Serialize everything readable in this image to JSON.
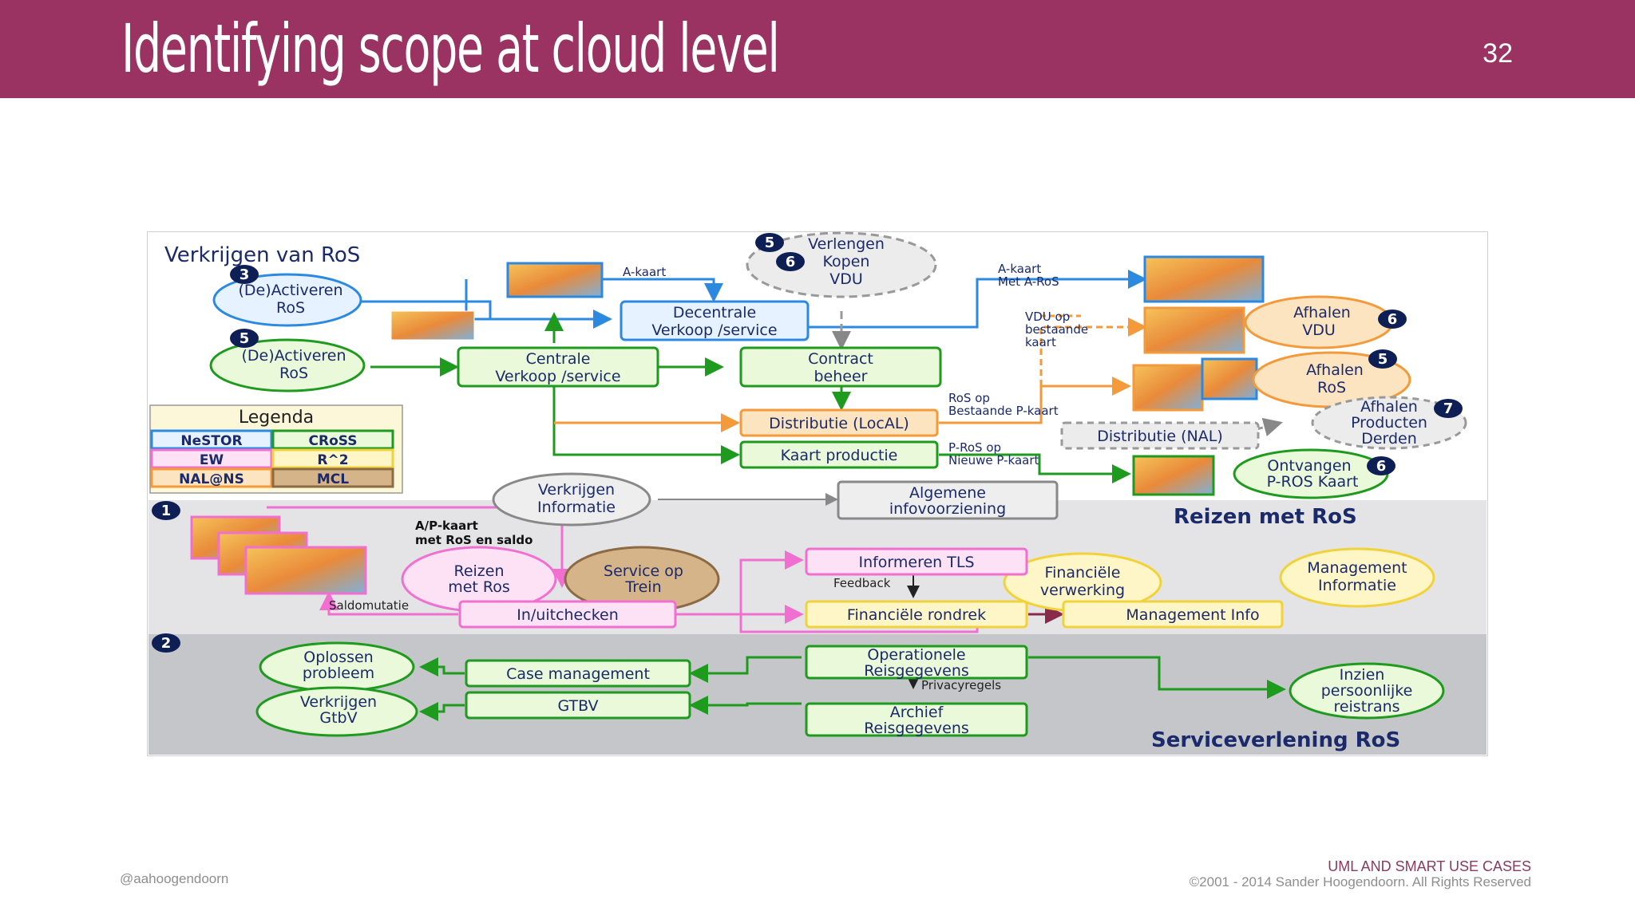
{
  "slide": {
    "title": "Identifying scope at cloud level",
    "page_number": "32",
    "footer_handle": "@aahoogendoorn",
    "footer_course": "UML AND SMART USE CASES",
    "footer_copyright": "©2001 - 2014 Sander Hoogendoorn. All Rights Reserved"
  },
  "colors": {
    "header": "#9a3361",
    "nestor": "#2b8ae0",
    "cross": "#1e9b1e",
    "ew": "#f06fd0",
    "r2": "#f2d23a",
    "nalns": "#f49a3a",
    "mcl": "#8b6a44"
  },
  "diagram": {
    "heading": "Verkrijgen van RoS",
    "legend": {
      "title": "Legenda",
      "items": [
        "NeSTOR",
        "CRoSS",
        "EW",
        "R^2",
        "NAL@NS",
        "MCL"
      ]
    },
    "bands": {
      "reizen": "Reizen met RoS",
      "service": "Serviceverlening RoS"
    },
    "badges": [
      "3",
      "5",
      "5",
      "6",
      "6",
      "5",
      "7",
      "6",
      "1",
      "2"
    ],
    "nodes": {
      "deactiveren1": [
        "(De)Activeren",
        "RoS"
      ],
      "deactiveren2": [
        "(De)Activeren",
        "RoS"
      ],
      "verlengen": [
        "Verlengen",
        "Kopen",
        "VDU"
      ],
      "decentrale": [
        "Decentrale",
        "Verkoop /service"
      ],
      "centrale": [
        "Centrale",
        "Verkoop /service"
      ],
      "contract": [
        "Contract",
        "beheer"
      ],
      "distributie_local": "Distributie (LocAL)",
      "kaart_productie": "Kaart productie",
      "distributie_nal": "Distributie (NAL)",
      "afhalen_vdu": [
        "Afhalen",
        "VDU"
      ],
      "afhalen_ros": [
        "Afhalen",
        "RoS"
      ],
      "afhalen_producten": [
        "Afhalen",
        "Producten",
        "Derden"
      ],
      "ontvangen": [
        "Ontvangen",
        "P-ROS Kaart"
      ],
      "verkrijgen_info": [
        "Verkrijgen",
        "Informatie"
      ],
      "algemene": [
        "Algemene",
        "infovoorziening"
      ],
      "reizen_met_ros": [
        "Reizen",
        "met Ros"
      ],
      "service_trein": [
        "Service op",
        "Trein"
      ],
      "in_uitchecken": "In/uitchecken",
      "informeren_tls": "Informeren TLS",
      "financiele_rondrek": "Financiële rondrek",
      "financiele_verwerking": [
        "Financiële",
        "verwerking"
      ],
      "management_info": "Management Info",
      "management_informatie": [
        "Management",
        "Informatie"
      ],
      "oplossen": [
        "Oplossen",
        "probleem"
      ],
      "verkrijgen_gtbv": [
        "Verkrijgen",
        "GtbV"
      ],
      "case_management": "Case management",
      "gtbv": "GTBV",
      "operationele": [
        "Operationele",
        "Reisgegevens"
      ],
      "archief": [
        "Archief",
        "Reisgegevens"
      ],
      "inzien": [
        "Inzien",
        "persoonlijke",
        "reistrans"
      ]
    },
    "edge_labels": {
      "a_kaart": "A-kaart",
      "a_kaart_met": [
        "A-kaart",
        "Met A-RoS"
      ],
      "vdu_op": [
        "VDU op",
        "bestaande",
        "kaart"
      ],
      "ros_op": [
        "RoS op",
        "Bestaande P-kaart"
      ],
      "p_ros_op": [
        "P-RoS op",
        "Nieuwe P-kaart"
      ],
      "ap_kaart": [
        "A/P-kaart",
        "met RoS en saldo"
      ],
      "saldomutatie": "Saldomutatie",
      "feedback": "Feedback",
      "privacyregels": "Privacyregels"
    }
  }
}
